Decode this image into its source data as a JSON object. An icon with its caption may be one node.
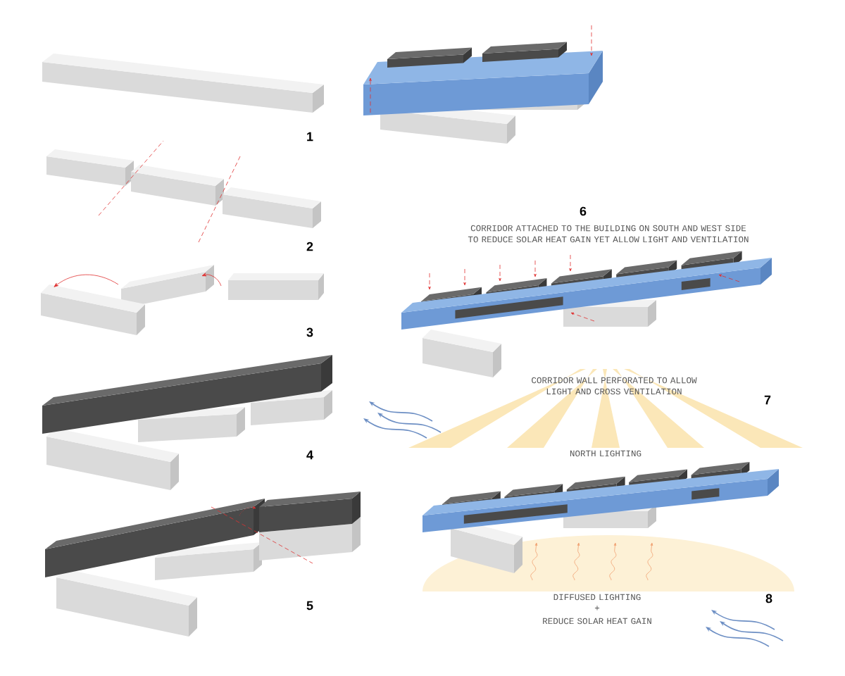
{
  "diagram": {
    "labels": [
      "1",
      "2",
      "3",
      "4",
      "5",
      "6",
      "CORRIDOR ATTACHED TO THE BUILDING ON SOUTH AND WEST SIDE TO REDUCE SOLAR HEAT GAIN YET ALLOW LIGHT AND VENTILATION",
      "CORRIDOR WALL PERFORATED TO ALLOW LIGHT AND CROSS VENTILATION",
      "7",
      "NORTH LIGHTING",
      "DIFFUSED LIGHTING",
      "+",
      "REDUCE SOLAR HEAT GAIN",
      "8"
    ]
  }
}
